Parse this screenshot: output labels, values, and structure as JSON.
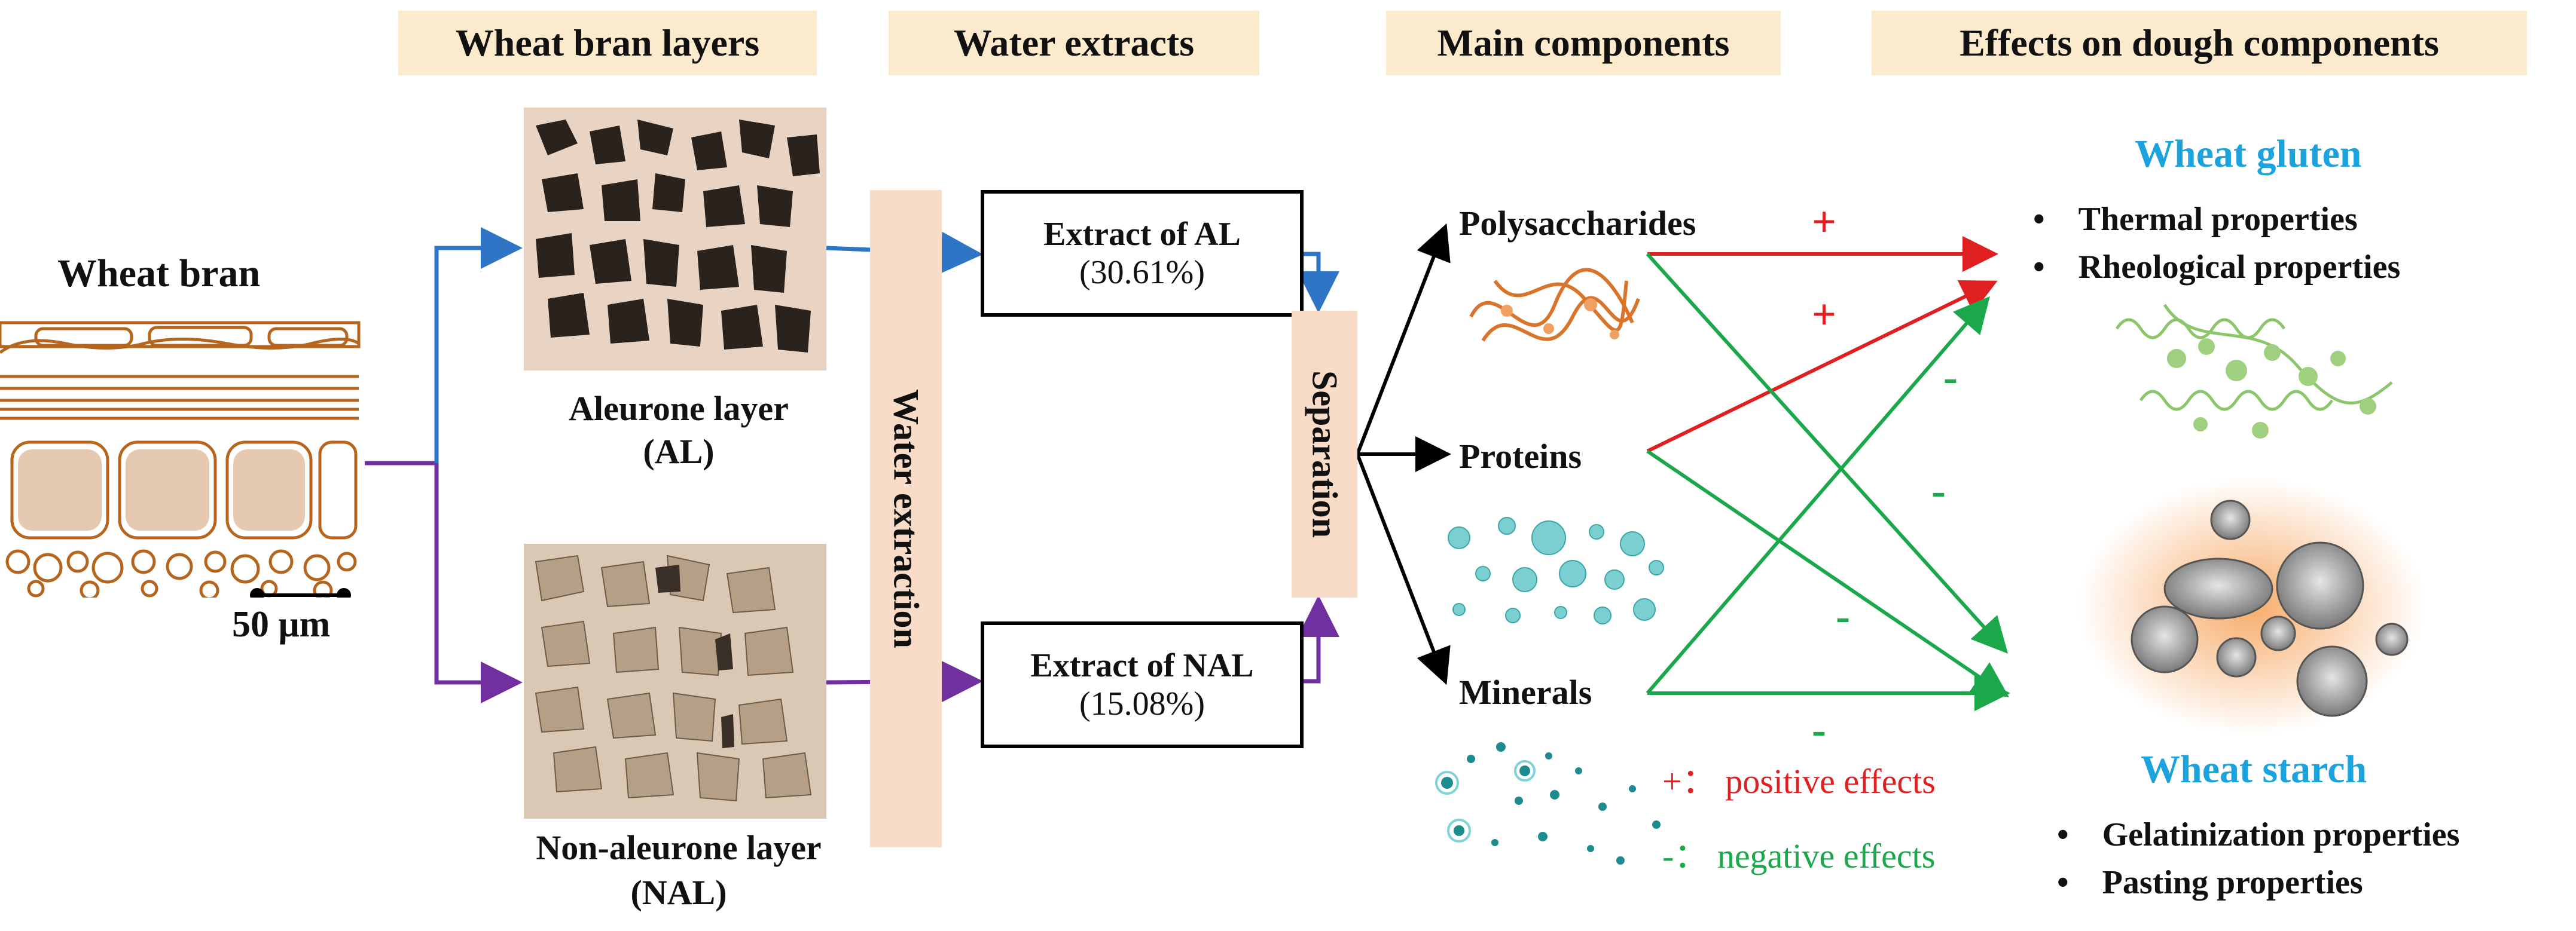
{
  "headers": {
    "wheat_bran_layers": "Wheat bran layers",
    "water_extracts": "Water extracts",
    "main_components": "Main components",
    "effects": "Effects on dough components"
  },
  "wheat_bran": {
    "title": "Wheat bran",
    "scale": "50 μm"
  },
  "layers": {
    "al_label_1": "Aleurone layer",
    "al_label_2": "(AL)",
    "nal_label_1": "Non-aleurone layer",
    "nal_label_2": "(NAL)"
  },
  "process": {
    "water_extraction": "Water extraction",
    "separation": "Separation"
  },
  "extracts": {
    "al_title": "Extract of AL",
    "al_yield": "(30.61%)",
    "nal_title": "Extract of NAL",
    "nal_yield": "(15.08%)"
  },
  "components": {
    "polysaccharides": "Polysaccharides",
    "proteins": "Proteins",
    "minerals": "Minerals"
  },
  "effect_signs": {
    "plus_1": "+",
    "plus_2": "+",
    "minus_1": "-",
    "minus_2": "-",
    "minus_3": "-",
    "minus_4": "-"
  },
  "legend": {
    "positive": "+： positive effects",
    "negative": "-： negative effects"
  },
  "gluten": {
    "title": "Wheat gluten",
    "props": [
      "Thermal properties",
      "Rheological properties"
    ]
  },
  "starch": {
    "title": "Wheat starch",
    "props": [
      "Gelatinization properties",
      "Pasting properties"
    ]
  },
  "colors": {
    "header_bg": "#fbeacb",
    "al_arrow": "#2e75c6",
    "nal_arrow": "#7030a0",
    "positive": "#e02020",
    "negative": "#1aa84a",
    "title_blue": "#1ca3de",
    "process_bar": "#f8dcc8"
  }
}
